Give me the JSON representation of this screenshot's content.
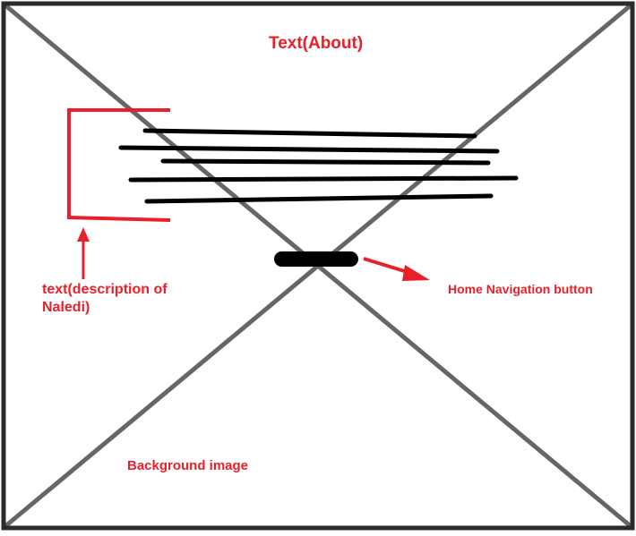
{
  "colors": {
    "annotation": "#e8202a",
    "frame": "#2b2b2b",
    "placeholder_cross": "#666666",
    "text_lines": "#000000",
    "button": "#000000"
  },
  "labels": {
    "about_title": "Text(About)",
    "description_note": "text(description of Naledi)",
    "home_button_note": "Home Navigation button",
    "background_note": "Background image"
  },
  "elements": {
    "background_image": "image placeholder (crossed box)",
    "description_text_lines": 5,
    "home_button": "pill-shaped button"
  }
}
